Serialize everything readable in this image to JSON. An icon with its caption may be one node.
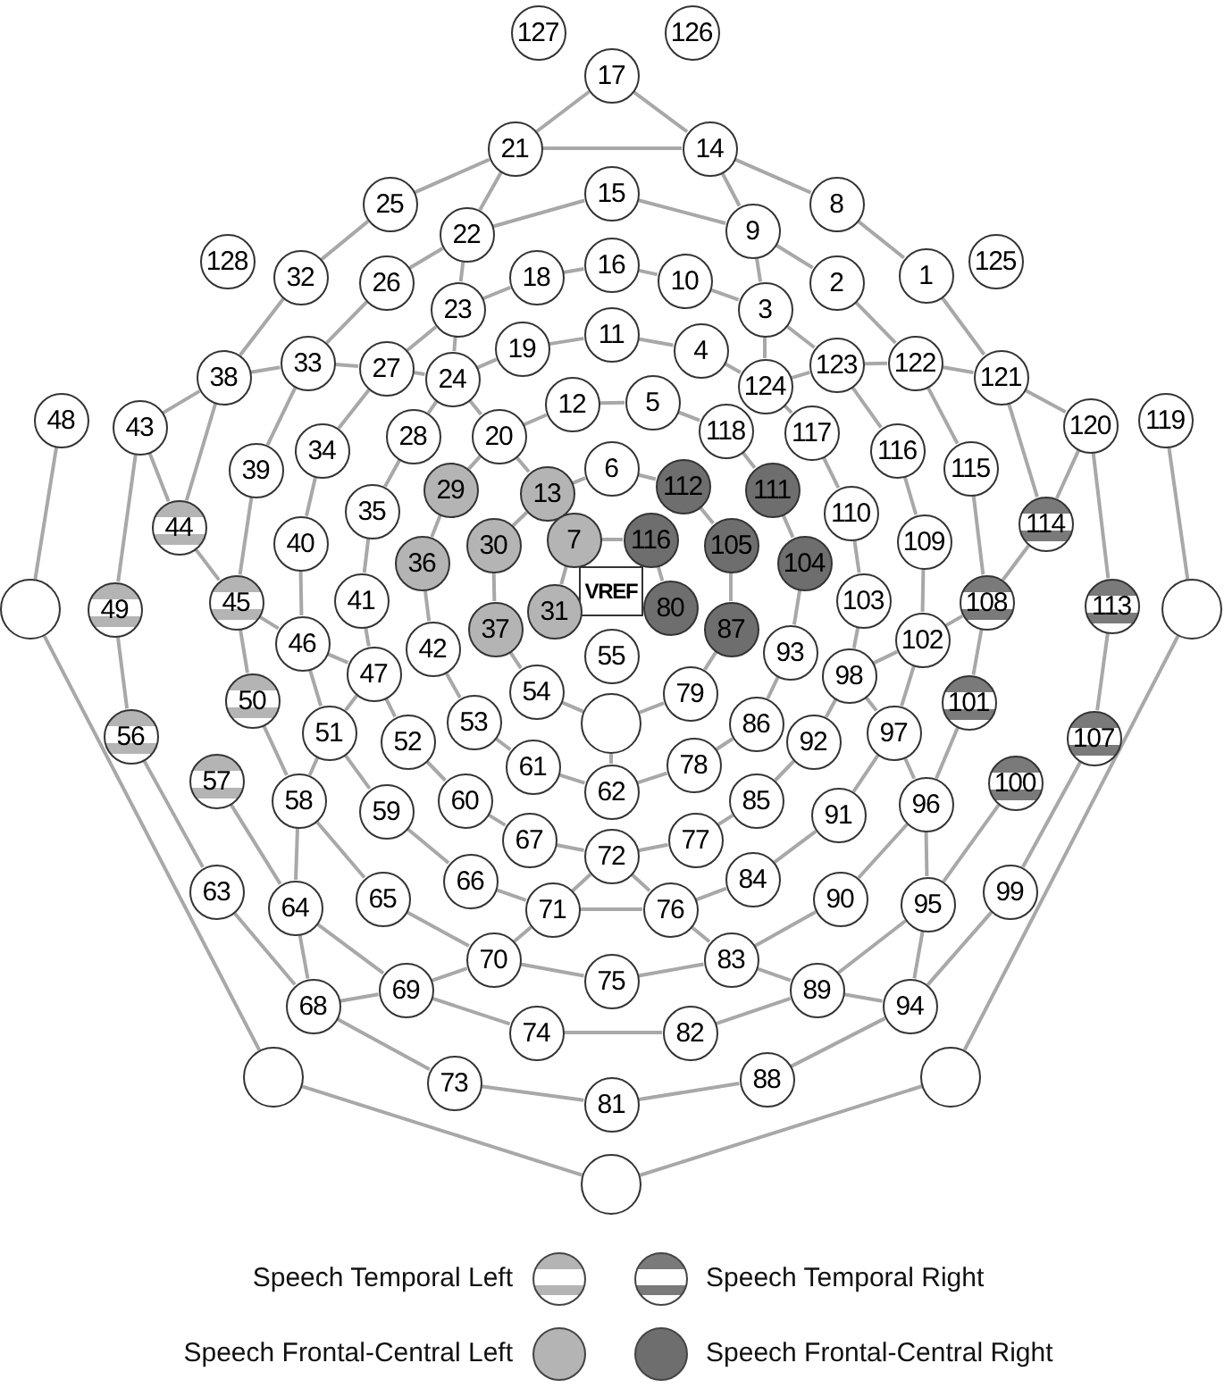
{
  "diagram": {
    "nodes": [
      {
        "text": [
          "127"
        ]
      },
      {
        "text": [
          "126"
        ]
      },
      {
        "text": [
          "17"
        ]
      },
      {
        "text": [
          "21"
        ]
      },
      {
        "text": [
          "14"
        ]
      },
      {
        "text": [
          "25"
        ]
      },
      {
        "text": [
          "15"
        ]
      },
      {
        "text": [
          "8"
        ]
      },
      {
        "text": [
          "22"
        ]
      },
      {
        "text": [
          "9"
        ]
      },
      {
        "text": [
          "128"
        ]
      },
      {
        "text": [
          "32"
        ]
      },
      {
        "text": [
          "26"
        ]
      },
      {
        "text": [
          "18"
        ]
      },
      {
        "text": [
          "16"
        ]
      },
      {
        "text": [
          "10"
        ]
      },
      {
        "text": [
          "3"
        ]
      },
      {
        "text": [
          "2"
        ]
      },
      {
        "text": [
          "1"
        ]
      },
      {
        "text": [
          "125"
        ]
      },
      {
        "text": [
          "38"
        ]
      },
      {
        "text": [
          "33"
        ]
      },
      {
        "text": [
          "27"
        ]
      },
      {
        "text": [
          "23"
        ]
      },
      {
        "text": [
          "24"
        ]
      },
      {
        "text": [
          "19"
        ]
      },
      {
        "text": [
          "11"
        ]
      },
      {
        "text": [
          "4"
        ]
      },
      {
        "text": [
          "124"
        ]
      },
      {
        "text": [
          "123"
        ]
      },
      {
        "text": [
          "122"
        ]
      },
      {
        "text": [
          "121"
        ]
      },
      {
        "text": [
          "48"
        ]
      },
      {
        "text": [
          "43"
        ]
      },
      {
        "text": [
          "39"
        ]
      },
      {
        "text": [
          "34"
        ]
      },
      {
        "text": [
          "28"
        ]
      },
      {
        "text": [
          "20"
        ]
      },
      {
        "text": [
          "12"
        ]
      },
      {
        "text": [
          "5"
        ]
      },
      {
        "text": [
          "118"
        ]
      },
      {
        "text": [
          "117"
        ]
      },
      {
        "text": [
          "116"
        ]
      },
      {
        "text": [
          "120"
        ]
      },
      {
        "text": [
          "119"
        ]
      },
      {
        "text": [
          "44"
        ]
      },
      {
        "text": [
          "40"
        ]
      },
      {
        "text": [
          "35"
        ]
      },
      {
        "text": [
          "29"
        ]
      },
      {
        "text": [
          "13"
        ]
      },
      {
        "text": [
          "6"
        ]
      },
      {
        "text": [
          "112"
        ]
      },
      {
        "text": [
          "111"
        ]
      },
      {
        "text": [
          "110"
        ]
      },
      {
        "text": [
          "115"
        ]
      },
      {
        "text": [
          "114"
        ]
      },
      {
        "text": [
          "109"
        ]
      },
      {
        "text": [
          "36"
        ]
      },
      {
        "text": [
          "30"
        ]
      },
      {
        "text": [
          "7"
        ]
      },
      {
        "text": [
          "116"
        ]
      },
      {
        "text": [
          "105"
        ]
      },
      {
        "text": [
          "104"
        ]
      },
      {
        "text": [
          "VREF"
        ]
      },
      {
        "text": [],
        "shape": "circle"
      },
      {
        "text": [
          "49"
        ]
      },
      {
        "text": [
          "45"
        ]
      },
      {
        "text": [
          "41"
        ]
      },
      {
        "text": [
          "46"
        ]
      },
      {
        "text": [
          "42"
        ]
      },
      {
        "text": [
          "37"
        ]
      },
      {
        "text": [
          "31"
        ]
      },
      {
        "text": [
          "80"
        ]
      },
      {
        "text": [
          "87"
        ]
      },
      {
        "text": [
          "93"
        ]
      },
      {
        "text": [
          "103"
        ]
      },
      {
        "text": [
          "108"
        ]
      },
      {
        "text": [
          "113"
        ]
      },
      {
        "text": [],
        "shape": "circle"
      },
      {
        "text": [
          "55"
        ]
      },
      {
        "text": [
          "47"
        ]
      },
      {
        "text": [
          "54"
        ]
      },
      {
        "text": [],
        "shape": "circle"
      },
      {
        "text": [
          "79"
        ]
      },
      {
        "text": [
          "98"
        ]
      },
      {
        "text": [
          "102"
        ]
      },
      {
        "text": [
          "50"
        ]
      },
      {
        "text": [
          "51"
        ]
      },
      {
        "text": [
          "52"
        ]
      },
      {
        "text": [
          "53"
        ]
      },
      {
        "text": [
          "86"
        ]
      },
      {
        "text": [
          "92"
        ]
      },
      {
        "text": [
          "97"
        ]
      },
      {
        "text": [
          "101"
        ]
      },
      {
        "text": [
          "56"
        ]
      },
      {
        "text": [
          "57"
        ]
      },
      {
        "text": [
          "61"
        ]
      },
      {
        "text": [
          "62"
        ]
      },
      {
        "text": [
          "78"
        ]
      },
      {
        "text": [
          "85"
        ]
      },
      {
        "text": [
          "91"
        ]
      },
      {
        "text": [
          "96"
        ]
      },
      {
        "text": [
          "100"
        ]
      },
      {
        "text": [
          "107"
        ]
      },
      {
        "text": [
          "58"
        ]
      },
      {
        "text": [
          "59"
        ]
      },
      {
        "text": [
          "60"
        ]
      },
      {
        "text": [
          "67"
        ]
      },
      {
        "text": [
          "72"
        ]
      },
      {
        "text": [
          "77"
        ]
      },
      {
        "text": [
          "63"
        ]
      },
      {
        "text": [
          "64"
        ]
      },
      {
        "text": [
          "65"
        ]
      },
      {
        "text": [
          "66"
        ]
      },
      {
        "text": [
          "71"
        ]
      },
      {
        "text": [
          "76"
        ]
      },
      {
        "text": [
          "84"
        ]
      },
      {
        "text": [
          "90"
        ]
      },
      {
        "text": [
          "95"
        ]
      },
      {
        "text": [
          "99"
        ]
      },
      {
        "text": [
          "70"
        ]
      },
      {
        "text": [
          "75"
        ]
      },
      {
        "text": [
          "83"
        ]
      },
      {
        "text": [
          "68"
        ]
      },
      {
        "text": [
          "69"
        ]
      },
      {
        "text": [
          "74"
        ]
      },
      {
        "text": [
          "82"
        ]
      },
      {
        "text": [
          "89"
        ]
      },
      {
        "text": [
          "94"
        ]
      },
      {
        "text": [
          "73"
        ]
      },
      {
        "text": [
          "81"
        ]
      },
      {
        "text": [
          "88"
        ]
      },
      {
        "text": [],
        "shape": "circle"
      },
      {
        "text": [],
        "shape": "circle"
      },
      {
        "text": [],
        "shape": "circle"
      }
    ],
    "edges": [
      {
        "from": 2,
        "to": 3,
        "arrow": "none"
      },
      {
        "from": 2,
        "to": 4,
        "arrow": "none"
      },
      {
        "from": 3,
        "to": 4,
        "arrow": "none"
      },
      {
        "from": 3,
        "to": 5,
        "arrow": "none"
      },
      {
        "from": 3,
        "to": 8,
        "arrow": "none"
      },
      {
        "from": 4,
        "to": 7,
        "arrow": "none"
      },
      {
        "from": 4,
        "to": 9,
        "arrow": "none"
      },
      {
        "from": 6,
        "to": 8,
        "arrow": "none"
      },
      {
        "from": 6,
        "to": 9,
        "arrow": "none"
      },
      {
        "from": 5,
        "to": 11,
        "arrow": "none"
      },
      {
        "from": 7,
        "to": 18,
        "arrow": "none"
      },
      {
        "from": 8,
        "to": 12,
        "arrow": "none"
      },
      {
        "from": 8,
        "to": 23,
        "arrow": "none"
      },
      {
        "from": 9,
        "to": 17,
        "arrow": "none"
      },
      {
        "from": 9,
        "to": 16,
        "arrow": "none"
      },
      {
        "from": 14,
        "to": 13,
        "arrow": "none"
      },
      {
        "from": 14,
        "to": 15,
        "arrow": "none"
      },
      {
        "from": 15,
        "to": 16,
        "arrow": "none"
      },
      {
        "from": 13,
        "to": 23,
        "arrow": "none"
      },
      {
        "from": 16,
        "to": 28,
        "arrow": "none"
      },
      {
        "from": 16,
        "to": 29,
        "arrow": "none"
      },
      {
        "from": 17,
        "to": 30,
        "arrow": "none"
      },
      {
        "from": 18,
        "to": 31,
        "arrow": "none"
      },
      {
        "from": 12,
        "to": 21,
        "arrow": "none"
      },
      {
        "from": 11,
        "to": 20,
        "arrow": "none"
      },
      {
        "from": 23,
        "to": 24,
        "arrow": "none"
      },
      {
        "from": 23,
        "to": 22,
        "arrow": "none"
      },
      {
        "from": 25,
        "to": 24,
        "arrow": "none"
      },
      {
        "from": 25,
        "to": 26,
        "arrow": "none"
      },
      {
        "from": 26,
        "to": 27,
        "arrow": "none"
      },
      {
        "from": 27,
        "to": 28,
        "arrow": "none"
      },
      {
        "from": 28,
        "to": 29,
        "arrow": "none"
      },
      {
        "from": 29,
        "to": 30,
        "arrow": "none"
      },
      {
        "from": 30,
        "to": 31,
        "arrow": "none"
      },
      {
        "from": 31,
        "to": 43,
        "arrow": "none"
      },
      {
        "from": 20,
        "to": 21,
        "arrow": "none"
      },
      {
        "from": 21,
        "to": 22,
        "arrow": "none"
      },
      {
        "from": 22,
        "to": 24,
        "arrow": "none"
      },
      {
        "from": 20,
        "to": 33,
        "arrow": "none"
      },
      {
        "from": 20,
        "to": 45,
        "arrow": "none"
      },
      {
        "from": 21,
        "to": 34,
        "arrow": "none"
      },
      {
        "from": 22,
        "to": 35,
        "arrow": "none"
      },
      {
        "from": 24,
        "to": 36,
        "arrow": "none"
      },
      {
        "from": 24,
        "to": 37,
        "arrow": "none"
      },
      {
        "from": 37,
        "to": 38,
        "arrow": "none"
      },
      {
        "from": 38,
        "to": 39,
        "arrow": "none"
      },
      {
        "from": 39,
        "to": 40,
        "arrow": "none"
      },
      {
        "from": 28,
        "to": 41,
        "arrow": "none"
      },
      {
        "from": 29,
        "to": 42,
        "arrow": "none"
      },
      {
        "from": 30,
        "to": 54,
        "arrow": "none"
      },
      {
        "from": 31,
        "to": 55,
        "arrow": "none"
      },
      {
        "from": 43,
        "to": 55,
        "arrow": "none"
      },
      {
        "from": 43,
        "to": 77,
        "arrow": "none"
      },
      {
        "from": 44,
        "to": 78,
        "arrow": "none"
      },
      {
        "from": 32,
        "to": 64,
        "arrow": "none"
      },
      {
        "from": 33,
        "to": 45,
        "arrow": "none"
      },
      {
        "from": 33,
        "to": 65,
        "arrow": "none"
      },
      {
        "from": 45,
        "to": 66,
        "arrow": "none"
      },
      {
        "from": 34,
        "to": 66,
        "arrow": "none"
      },
      {
        "from": 35,
        "to": 46,
        "arrow": "none"
      },
      {
        "from": 36,
        "to": 47,
        "arrow": "none"
      },
      {
        "from": 37,
        "to": 48,
        "arrow": "none"
      },
      {
        "from": 37,
        "to": 49,
        "arrow": "none"
      },
      {
        "from": 49,
        "to": 50,
        "arrow": "none"
      },
      {
        "from": 50,
        "to": 51,
        "arrow": "none"
      },
      {
        "from": 40,
        "to": 52,
        "arrow": "none"
      },
      {
        "from": 41,
        "to": 53,
        "arrow": "none"
      },
      {
        "from": 42,
        "to": 56,
        "arrow": "none"
      },
      {
        "from": 54,
        "to": 76,
        "arrow": "none"
      },
      {
        "from": 55,
        "to": 76,
        "arrow": "none"
      },
      {
        "from": 48,
        "to": 57,
        "arrow": "none"
      },
      {
        "from": 49,
        "to": 58,
        "arrow": "none"
      },
      {
        "from": 59,
        "to": 60,
        "arrow": "none"
      },
      {
        "from": 51,
        "to": 61,
        "arrow": "none"
      },
      {
        "from": 52,
        "to": 62,
        "arrow": "none"
      },
      {
        "from": 53,
        "to": 75,
        "arrow": "none"
      },
      {
        "from": 56,
        "to": 85,
        "arrow": "none"
      },
      {
        "from": 47,
        "to": 67,
        "arrow": "none"
      },
      {
        "from": 46,
        "to": 68,
        "arrow": "none"
      },
      {
        "from": 57,
        "to": 69,
        "arrow": "none"
      },
      {
        "from": 58,
        "to": 70,
        "arrow": "none"
      },
      {
        "from": 59,
        "to": 71,
        "arrow": "none"
      },
      {
        "from": 60,
        "to": 72,
        "arrow": "none"
      },
      {
        "from": 61,
        "to": 73,
        "arrow": "none"
      },
      {
        "from": 62,
        "to": 74,
        "arrow": "none"
      },
      {
        "from": 65,
        "to": 94,
        "arrow": "none"
      },
      {
        "from": 66,
        "to": 68,
        "arrow": "none"
      },
      {
        "from": 66,
        "to": 86,
        "arrow": "none"
      },
      {
        "from": 68,
        "to": 80,
        "arrow": "none"
      },
      {
        "from": 67,
        "to": 80,
        "arrow": "none"
      },
      {
        "from": 68,
        "to": 87,
        "arrow": "none"
      },
      {
        "from": 80,
        "to": 87,
        "arrow": "none"
      },
      {
        "from": 80,
        "to": 88,
        "arrow": "none"
      },
      {
        "from": 69,
        "to": 89,
        "arrow": "none"
      },
      {
        "from": 70,
        "to": 81,
        "arrow": "none"
      },
      {
        "from": 81,
        "to": 82,
        "arrow": "none"
      },
      {
        "from": 73,
        "to": 83,
        "arrow": "none"
      },
      {
        "from": 83,
        "to": 82,
        "arrow": "none"
      },
      {
        "from": 74,
        "to": 90,
        "arrow": "none"
      },
      {
        "from": 75,
        "to": 84,
        "arrow": "none"
      },
      {
        "from": 85,
        "to": 84,
        "arrow": "none"
      },
      {
        "from": 85,
        "to": 92,
        "arrow": "none"
      },
      {
        "from": 76,
        "to": 85,
        "arrow": "none"
      },
      {
        "from": 76,
        "to": 93,
        "arrow": "none"
      },
      {
        "from": 77,
        "to": 103,
        "arrow": "none"
      },
      {
        "from": 86,
        "to": 104,
        "arrow": "none"
      },
      {
        "from": 87,
        "to": 104,
        "arrow": "none"
      },
      {
        "from": 87,
        "to": 105,
        "arrow": "none"
      },
      {
        "from": 88,
        "to": 106,
        "arrow": "none"
      },
      {
        "from": 89,
        "to": 96,
        "arrow": "none"
      },
      {
        "from": 96,
        "to": 97,
        "arrow": "none"
      },
      {
        "from": 82,
        "to": 97,
        "arrow": "none"
      },
      {
        "from": 90,
        "to": 98,
        "arrow": "none"
      },
      {
        "from": 98,
        "to": 97,
        "arrow": "none"
      },
      {
        "from": 84,
        "to": 91,
        "arrow": "none"
      },
      {
        "from": 84,
        "to": 92,
        "arrow": "none"
      },
      {
        "from": 91,
        "to": 99,
        "arrow": "none"
      },
      {
        "from": 92,
        "to": 100,
        "arrow": "none"
      },
      {
        "from": 92,
        "to": 101,
        "arrow": "none"
      },
      {
        "from": 93,
        "to": 101,
        "arrow": "none"
      },
      {
        "from": 94,
        "to": 110,
        "arrow": "none"
      },
      {
        "from": 95,
        "to": 111,
        "arrow": "none"
      },
      {
        "from": 104,
        "to": 111,
        "arrow": "none"
      },
      {
        "from": 104,
        "to": 112,
        "arrow": "none"
      },
      {
        "from": 105,
        "to": 113,
        "arrow": "none"
      },
      {
        "from": 106,
        "to": 107,
        "arrow": "none"
      },
      {
        "from": 107,
        "to": 108,
        "arrow": "none"
      },
      {
        "from": 99,
        "to": 109,
        "arrow": "none"
      },
      {
        "from": 109,
        "to": 108,
        "arrow": "none"
      },
      {
        "from": 100,
        "to": 116,
        "arrow": "none"
      },
      {
        "from": 101,
        "to": 117,
        "arrow": "none"
      },
      {
        "from": 101,
        "to": 118,
        "arrow": "none"
      },
      {
        "from": 102,
        "to": 118,
        "arrow": "none"
      },
      {
        "from": 103,
        "to": 119,
        "arrow": "none"
      },
      {
        "from": 113,
        "to": 114,
        "arrow": "none"
      },
      {
        "from": 114,
        "to": 108,
        "arrow": "none"
      },
      {
        "from": 108,
        "to": 115,
        "arrow": "none"
      },
      {
        "from": 114,
        "to": 115,
        "arrow": "none"
      },
      {
        "from": 116,
        "to": 115,
        "arrow": "none"
      },
      {
        "from": 112,
        "to": 120,
        "arrow": "none"
      },
      {
        "from": 114,
        "to": 120,
        "arrow": "none"
      },
      {
        "from": 111,
        "to": 124,
        "arrow": "none"
      },
      {
        "from": 111,
        "to": 123,
        "arrow": "none"
      },
      {
        "from": 110,
        "to": 123,
        "arrow": "none"
      },
      {
        "from": 123,
        "to": 124,
        "arrow": "none"
      },
      {
        "from": 124,
        "to": 120,
        "arrow": "none"
      },
      {
        "from": 120,
        "to": 121,
        "arrow": "none"
      },
      {
        "from": 121,
        "to": 122,
        "arrow": "none"
      },
      {
        "from": 115,
        "to": 122,
        "arrow": "none"
      },
      {
        "from": 117,
        "to": 122,
        "arrow": "none"
      },
      {
        "from": 122,
        "to": 127,
        "arrow": "none"
      },
      {
        "from": 118,
        "to": 127,
        "arrow": "none"
      },
      {
        "from": 118,
        "to": 128,
        "arrow": "none"
      },
      {
        "from": 127,
        "to": 128,
        "arrow": "none"
      },
      {
        "from": 119,
        "to": 128,
        "arrow": "none"
      },
      {
        "from": 124,
        "to": 125,
        "arrow": "none"
      },
      {
        "from": 125,
        "to": 126,
        "arrow": "none"
      },
      {
        "from": 126,
        "to": 127,
        "arrow": "none"
      },
      {
        "from": 123,
        "to": 129,
        "arrow": "none"
      },
      {
        "from": 129,
        "to": 130,
        "arrow": "none"
      },
      {
        "from": 130,
        "to": 131,
        "arrow": "none"
      },
      {
        "from": 131,
        "to": 128,
        "arrow": "none"
      },
      {
        "from": 64,
        "to": 132,
        "arrow": "none"
      },
      {
        "from": 132,
        "to": 134,
        "arrow": "none"
      },
      {
        "from": 78,
        "to": 133,
        "arrow": "none"
      },
      {
        "from": 133,
        "to": 134,
        "arrow": "none"
      }
    ],
    "legend": [
      {
        "text": "Speech Temporal Left"
      },
      {
        "text": "Speech Temporal Right"
      },
      {
        "text": "Speech Frontal-Central Left",
        "color": "#b4b4b4"
      },
      {
        "text": "Speech Frontal-Central Right",
        "color": "#6e6e6e"
      }
    ]
  }
}
